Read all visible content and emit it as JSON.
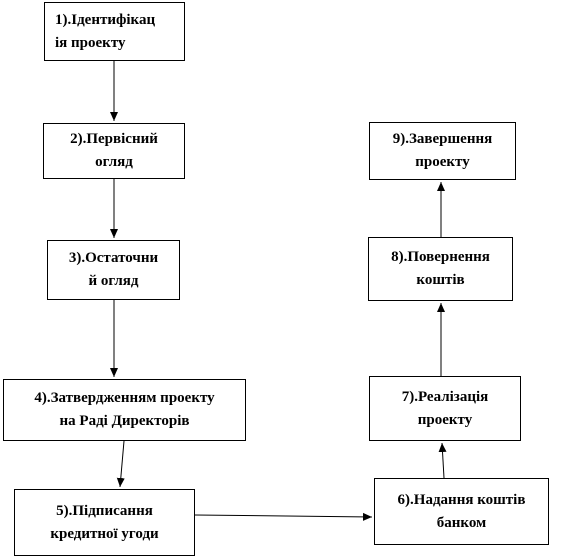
{
  "diagram": {
    "nodes": [
      {
        "id": "n1",
        "label": "1).Ідентифікац\nія проекту"
      },
      {
        "id": "n2",
        "label": "2).Первісний\nогляд"
      },
      {
        "id": "n3",
        "label": "3).Остаточни\nй огляд"
      },
      {
        "id": "n4",
        "label": "4).Затвердженням проекту\nна Раді Директорів"
      },
      {
        "id": "n5",
        "label": "5).Підписання\nкредитної угоди"
      },
      {
        "id": "n6",
        "label": "6).Надання коштів\nбанком"
      },
      {
        "id": "n7",
        "label": "7).Реалізація\nпроекту"
      },
      {
        "id": "n8",
        "label": "8).Повернення\nкоштів"
      },
      {
        "id": "n9",
        "label": "9).Завершення\nпроекту"
      }
    ],
    "edges": [
      {
        "from": "n1",
        "to": "n2"
      },
      {
        "from": "n2",
        "to": "n3"
      },
      {
        "from": "n3",
        "to": "n4"
      },
      {
        "from": "n4",
        "to": "n5"
      },
      {
        "from": "n5",
        "to": "n6"
      },
      {
        "from": "n6",
        "to": "n7"
      },
      {
        "from": "n7",
        "to": "n8"
      },
      {
        "from": "n8",
        "to": "n9"
      }
    ]
  }
}
